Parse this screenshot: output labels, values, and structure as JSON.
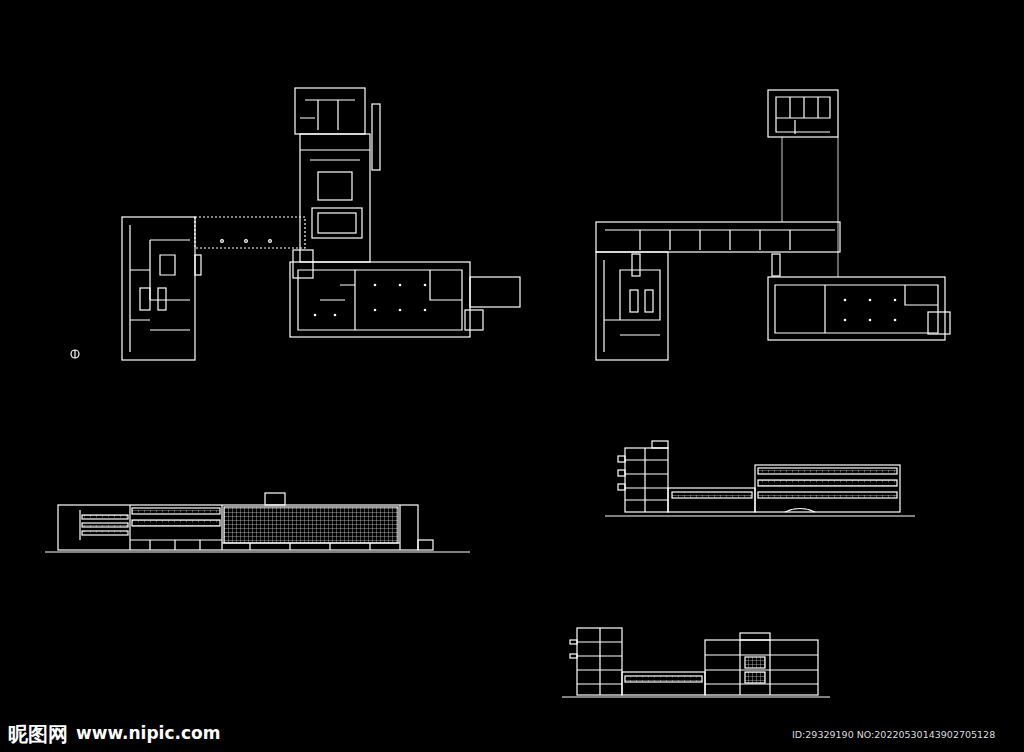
{
  "diagram": {
    "labels": [
      "昵图网",
      "www.nipic.com",
      "ID:29329190 NO:20220530143902705128"
    ]
  }
}
